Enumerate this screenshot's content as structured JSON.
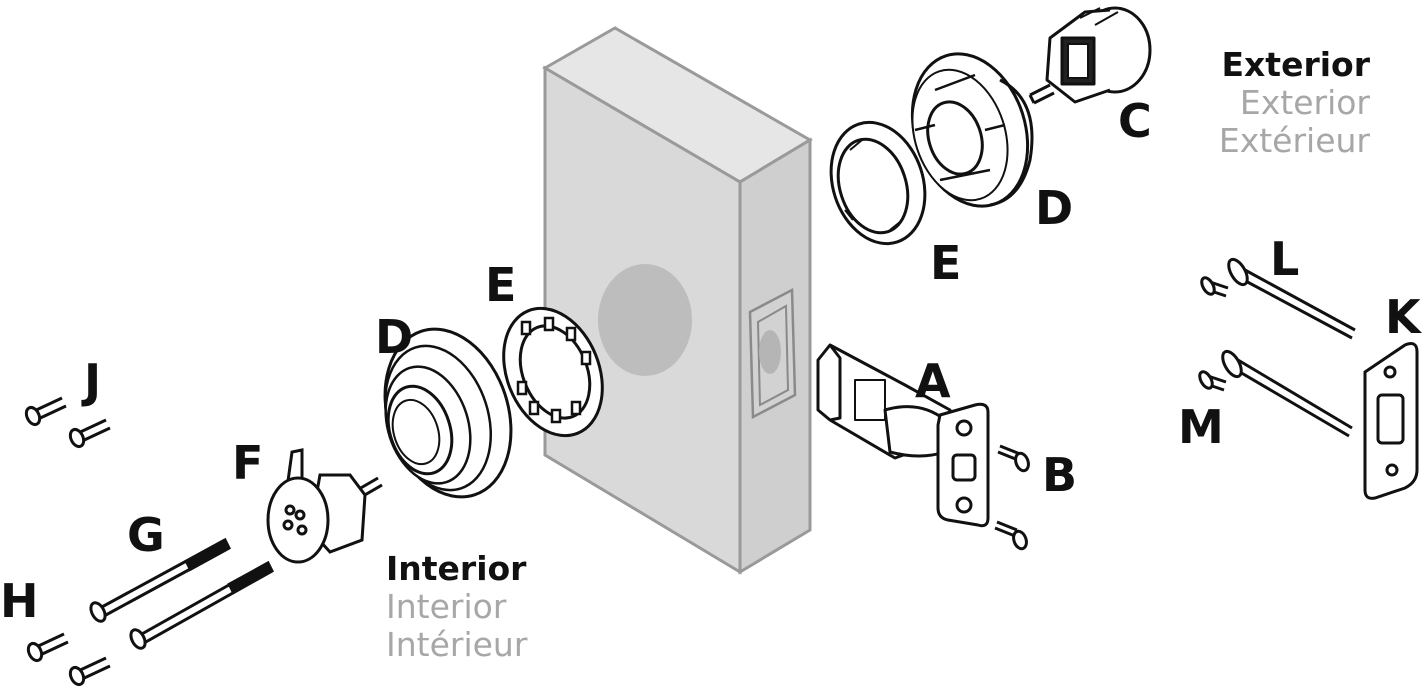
{
  "labels": {
    "a": "A",
    "b": "B",
    "c": "C",
    "d_exterior": "D",
    "d_interior": "D",
    "e_exterior": "E",
    "e_interior": "E",
    "f": "F",
    "g": "G",
    "h": "H",
    "j": "J",
    "k": "K",
    "l": "L",
    "m": "M"
  },
  "exterior": {
    "english": "Exterior",
    "spanish": "Exterior",
    "french": "Extérieur"
  },
  "interior": {
    "english": "Interior",
    "spanish": "Interior",
    "french": "Intérieur"
  },
  "colors": {
    "door_face": "#d9d9d9",
    "door_side": "#cfcfcf",
    "door_edge": "#9a9a9a",
    "bore_hole": "#bdbdbd",
    "line": "#111111",
    "translation_text": "#a7a7a7"
  }
}
